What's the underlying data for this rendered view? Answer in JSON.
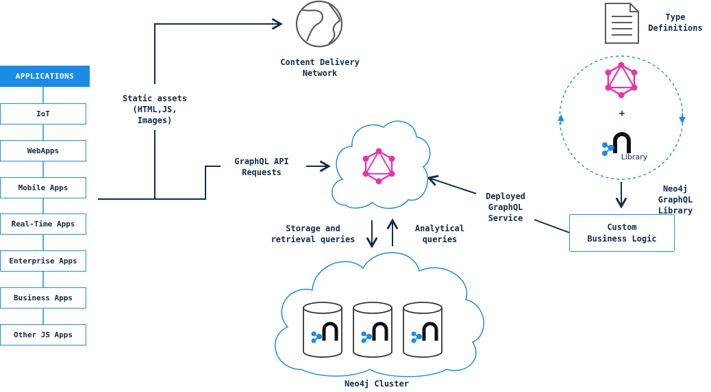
{
  "applications": {
    "header": "APPLICATIONS",
    "items": [
      "IoT",
      "WebApps",
      "Mobile Apps",
      "Real-Time Apps",
      "Enterprise Apps",
      "Business Apps",
      "Other JS Apps"
    ]
  },
  "labels": {
    "static_assets": [
      "Static assets",
      "(HTML,JS,",
      "Images)"
    ],
    "cdn": [
      "Content Delivery",
      "Network"
    ],
    "graphql_requests": [
      "GraphQL API",
      "Requests"
    ],
    "storage": [
      "Storage and",
      "retrieval queries"
    ],
    "analytical": [
      "Analytical",
      "queries"
    ],
    "deployed": [
      "Deployed",
      "GraphQL",
      "Service"
    ],
    "type_defs": [
      "Type",
      "Definitions"
    ],
    "neo4j_lib": [
      "Neo4j",
      "GraphQL",
      "Library"
    ],
    "library_caption": "Library",
    "plus": "+",
    "custom_logic": [
      "Custom",
      "Business Logic"
    ],
    "cluster": "Neo4j Cluster"
  },
  "colors": {
    "navy": "#0d2b4e",
    "blue": "#1a8ce6",
    "magenta": "#e535ab",
    "gray": "#5a5a5a"
  }
}
